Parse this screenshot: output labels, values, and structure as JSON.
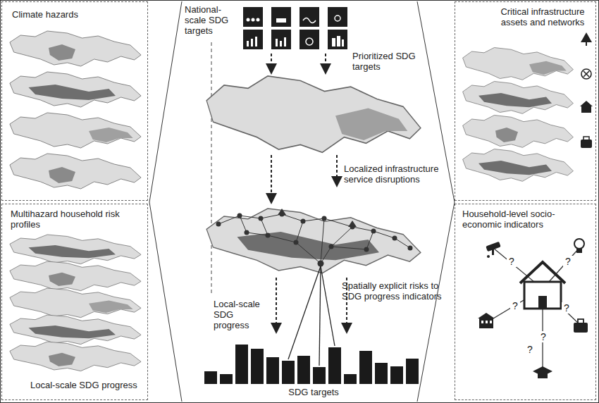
{
  "diagram": {
    "nodes": [
      {
        "text": [
          "Climate hazards"
        ]
      },
      {
        "text": [
          "Critical infrastructure assets and networks"
        ]
      },
      {
        "text": [
          "Multihazard household risk profiles",
          "Local-scale SDG progress"
        ]
      },
      {
        "text": [
          "Household-level socio-economic indicators"
        ]
      }
    ],
    "labels": [
      "National-scale SDG targets",
      "Prioritized SDG targets",
      "Localized infrastructure service disruptions",
      "Spatially explicit risks to SDG progress indicators",
      "Local-scale SDG progress",
      "SDG targets",
      "?",
      "?",
      "?",
      "?",
      "?",
      "?"
    ]
  }
}
